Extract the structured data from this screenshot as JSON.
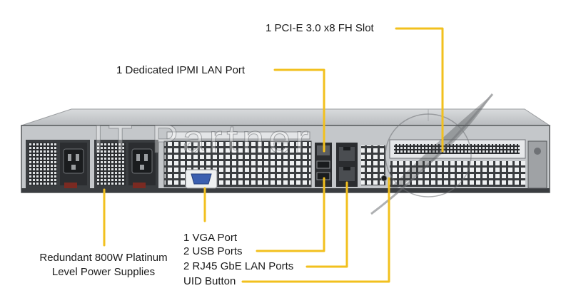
{
  "labels": {
    "pcie_slot": "1 PCI-E 3.0 x8 FH Slot",
    "ipmi_port": "1 Dedicated IPMI  LAN Port",
    "vga_port": "1 VGA Port",
    "usb_ports": "2  USB Ports",
    "lan_ports": "2 RJ45 GbE LAN Ports",
    "uid_button": "UID  Button",
    "psu_line1": "Redundant  800W Platinum",
    "psu_line2": "Level Power Supplies"
  },
  "watermark": "IT Partner",
  "colors": {
    "leader": "#f2c01e",
    "chassis": "#c9ccce",
    "chassis_dark": "#2a2d30",
    "port_blue": "#3b5fb0"
  }
}
